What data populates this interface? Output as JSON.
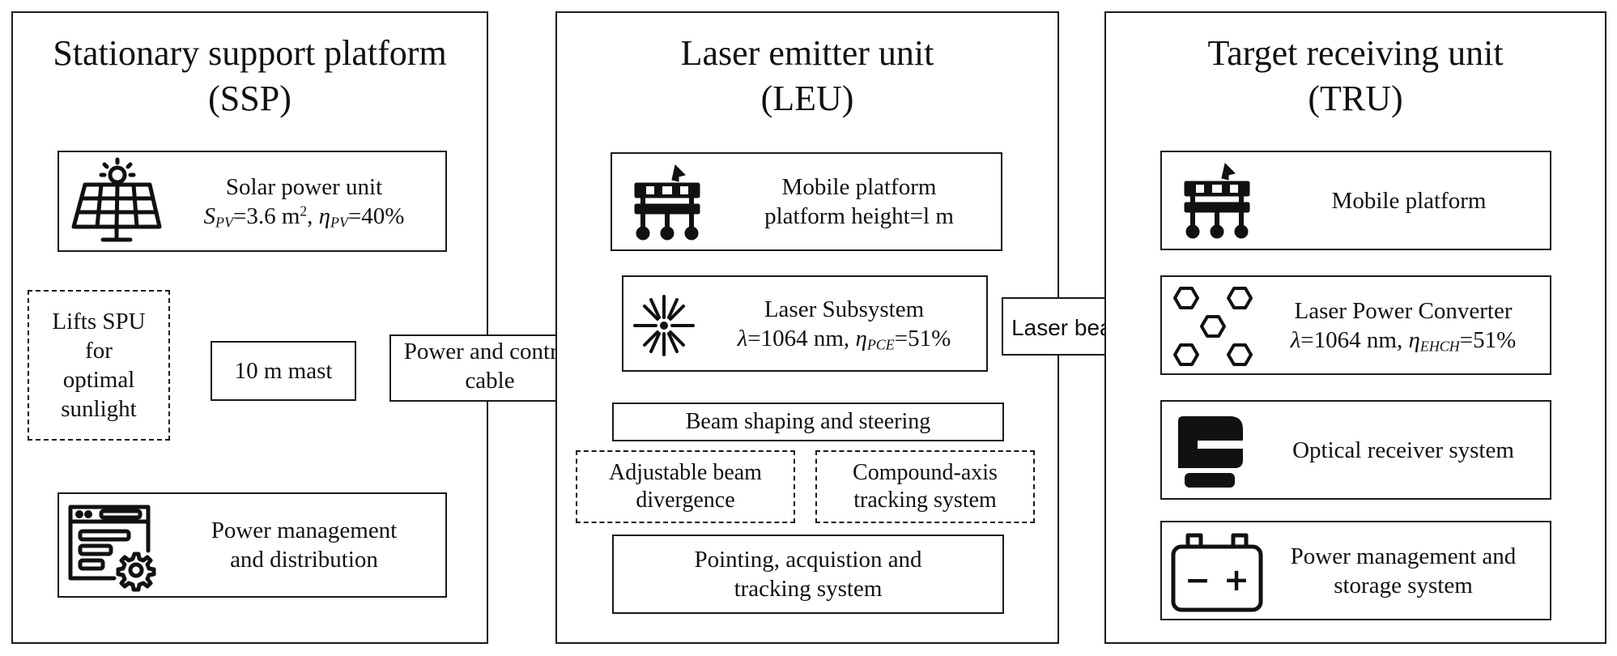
{
  "ssp": {
    "title_line1": "Stationary support platform",
    "title_line2": "(SSP)",
    "solar": {
      "title": "Solar power unit",
      "spec_s": "S",
      "spec_s_sub": "PV",
      "spec_s_val": "=3.6 m",
      "spec_s_sup": "2",
      "spec_sep": ", ",
      "spec_eta": "η",
      "spec_eta_sub": "PV",
      "spec_eta_val": "=40%"
    },
    "mast": "10 m mast",
    "lifts": [
      "Lifts SPU",
      "for",
      "optimal",
      "sunlight"
    ],
    "pmd": [
      "Power management",
      "and distribution"
    ]
  },
  "cable_arrow": [
    "Power and control",
    "cable"
  ],
  "leu": {
    "title_line1": "Laser emitter unit",
    "title_line2": "(LEU)",
    "mobile": [
      "Mobile platform",
      "platform height=l m"
    ],
    "laser": {
      "title": "Laser Subsystem",
      "spec_lambda": "λ",
      "spec_lambda_val": "=1064 nm, ",
      "spec_eta": "η",
      "spec_eta_sub": "PCE",
      "spec_eta_val": "=51%"
    },
    "beam_shaping": "Beam shaping and steering",
    "adjustable": [
      "Adjustable beam",
      "divergence"
    ],
    "compound": [
      "Compound-axis",
      "tracking system"
    ],
    "pointing": [
      "Pointing, acquistion and",
      "tracking system"
    ]
  },
  "beam_arrow": "Laser beam",
  "tru": {
    "title_line1": "Target receiving unit",
    "title_line2": "(TRU)",
    "mobile": "Mobile platform",
    "converter": {
      "title": "Laser Power Converter",
      "spec_lambda": "λ",
      "spec_lambda_val": "=1064 nm, ",
      "spec_eta": "η",
      "spec_eta_sub": "EHCH",
      "spec_eta_val": "=51%"
    },
    "optical": "Optical receiver system",
    "storage": [
      "Power management and",
      "storage system"
    ]
  },
  "battery_signs": {
    "minus": "−",
    "plus": "+"
  },
  "icons": [
    "solar-panel-icon",
    "mast-connector",
    "server-gear-icon",
    "rover-icon",
    "laser-burst-icon",
    "hexagon-cells-icon",
    "optical-receiver-icon",
    "battery-icon"
  ]
}
